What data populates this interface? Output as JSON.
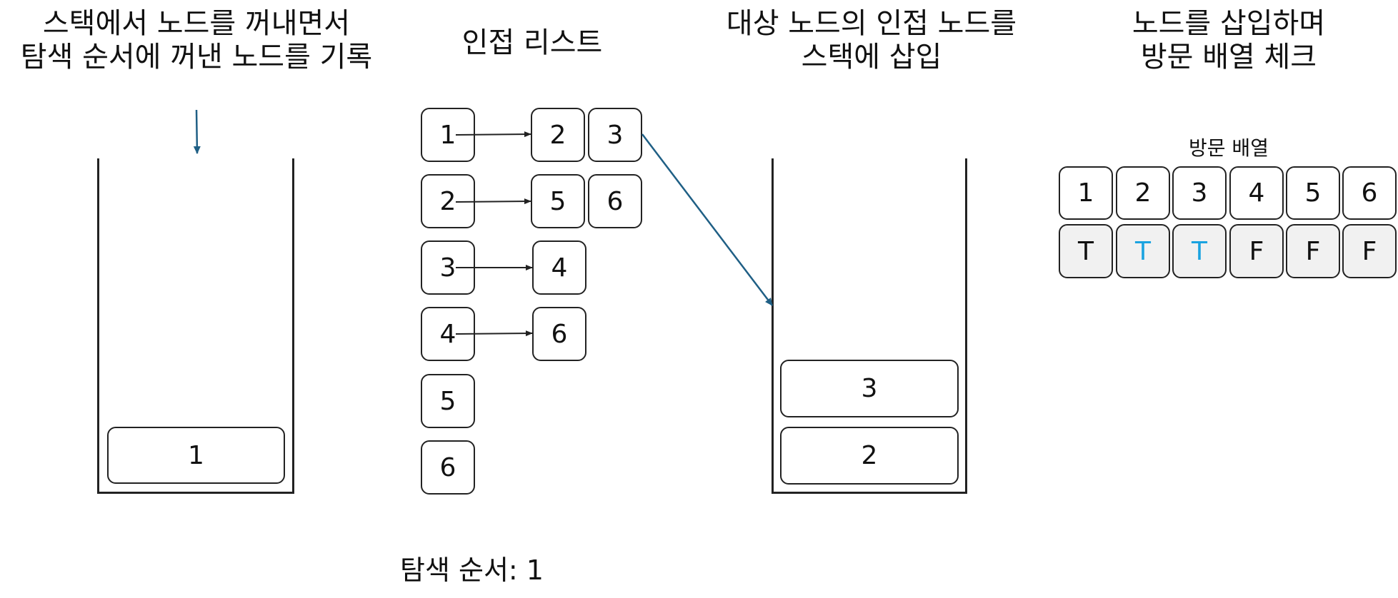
{
  "titles": {
    "pop_line1": "스택에서 노드를 꺼내면서",
    "pop_line2": "탐색 순서에 꺼낸 노드를 기록",
    "adjacency": "인접 리스트",
    "push_line1": "대상 노드의 인접 노드를",
    "push_line2": "스택에 삽입",
    "visit_line1": "노드를 삽입하며",
    "visit_line2": "방문 배열 체크"
  },
  "left_stack": {
    "items": [
      "1"
    ]
  },
  "adjacency_list": [
    {
      "node": "1",
      "neighbors": [
        "2",
        "3"
      ]
    },
    {
      "node": "2",
      "neighbors": [
        "5",
        "6"
      ]
    },
    {
      "node": "3",
      "neighbors": [
        "4"
      ]
    },
    {
      "node": "4",
      "neighbors": [
        "6"
      ]
    },
    {
      "node": "5",
      "neighbors": []
    },
    {
      "node": "6",
      "neighbors": []
    }
  ],
  "right_stack": {
    "items_top_to_bottom": [
      "3",
      "2"
    ]
  },
  "visited": {
    "label": "방문 배열",
    "nodes": [
      "1",
      "2",
      "3",
      "4",
      "5",
      "6"
    ],
    "values": [
      "T",
      "T",
      "T",
      "F",
      "F",
      "F"
    ],
    "highlight": [
      false,
      true,
      true,
      false,
      false,
      false
    ],
    "highlight_color": "#1aa3e0"
  },
  "search_order": {
    "text": "탐색 순서: 1"
  },
  "colors": {
    "arrow_blue": "#1f5f85",
    "border": "#222222"
  }
}
